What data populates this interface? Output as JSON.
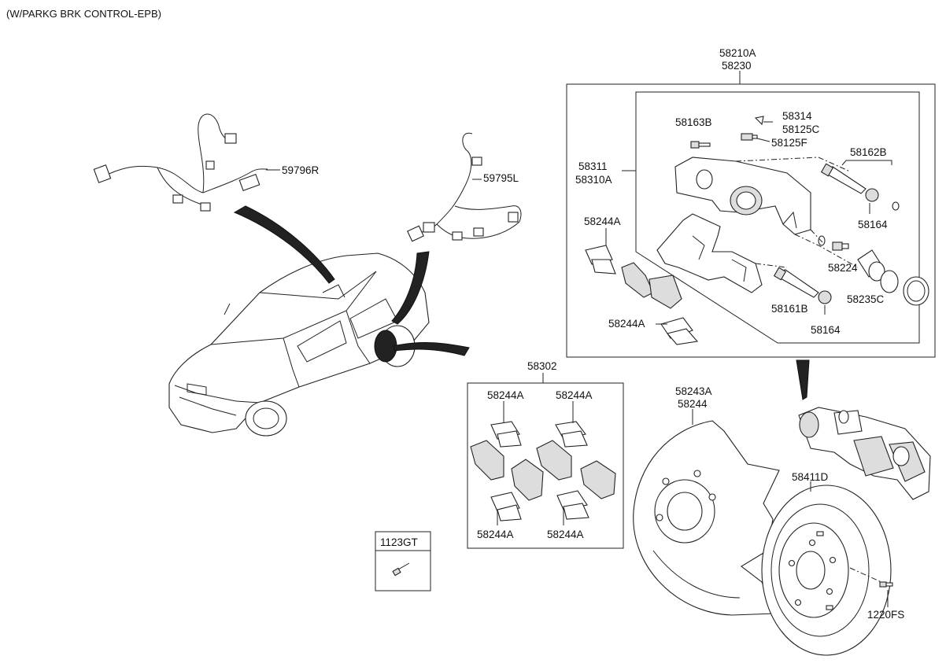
{
  "title": "(W/PARKG BRK CONTROL-EPB)",
  "labels": {
    "p59796R": "59796R",
    "p59795L": "59795L",
    "p58210A": "58210A",
    "p58230": "58230",
    "p58163B": "58163B",
    "p58314": "58314",
    "p58125C": "58125C",
    "p58125F": "58125F",
    "p58162B": "58162B",
    "p58311": "58311",
    "p58310A": "58310A",
    "p58164_top": "58164",
    "p58244A_box1": "58244A",
    "p58224": "58224",
    "p58161B": "58161B",
    "p58235C": "58235C",
    "p58164_bot": "58164",
    "p58244A_box2": "58244A",
    "p58302": "58302",
    "p58244A_k1": "58244A",
    "p58244A_k2": "58244A",
    "p58244A_k3": "58244A",
    "p58244A_k4": "58244A",
    "p58243A": "58243A",
    "p58244": "58244",
    "p58411D": "58411D",
    "p1123GT": "1123GT",
    "p1220FS": "1220FS"
  }
}
